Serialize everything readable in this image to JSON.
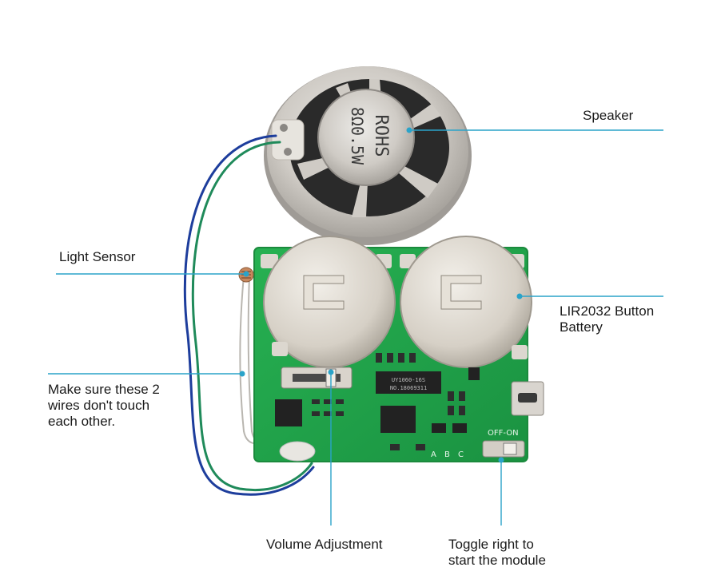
{
  "labels": {
    "speaker": "Speaker",
    "light_sensor": "Light Sensor",
    "battery": "LIR2032 Button\nBattery",
    "wires_note": "Make sure these 2\nwires don't touch\neach other.",
    "volume": "Volume Adjustment",
    "toggle": "Toggle right to\nstart the module"
  },
  "speaker_marking": {
    "line1": "ROHS",
    "line2": "8Ω0.5W"
  },
  "pcb_markings": {
    "chip": "UY1060-16S",
    "chip_sub": "NO.18069311",
    "switch": "OFF-ON",
    "pins": [
      "A",
      "B",
      "C"
    ]
  },
  "colors": {
    "callout": "#2aa3c9",
    "pcb": "#21a04a",
    "pcb_edge": "#1b8a3d",
    "metal": "#c9c6c1",
    "wire_blue": "#1d3d9c",
    "wire_green": "#1f8a5a"
  }
}
